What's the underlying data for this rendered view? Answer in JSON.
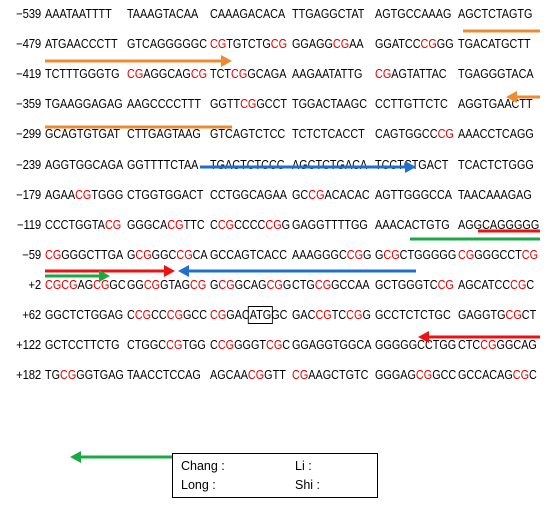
{
  "sequence_lines": [
    {
      "pos": "−539",
      "blocks": [
        "AAATAATTTT",
        "TAAAGTACAA",
        "CAAAGACACA",
        "TTGAGGCTAT",
        "AGTGCCAAAG",
        "AGCTCTAGTG"
      ]
    },
    {
      "pos": "−479",
      "blocks": [
        "ATGAACCCTT",
        "GTCAGGGGGC",
        "CGTGTCTGCG",
        "GGAGGCGAA",
        "GGATCCCGGG",
        "TGACATGCTT"
      ]
    },
    {
      "pos": "−419",
      "blocks": [
        "TCTTTGGGTG",
        "CGAGGCAGCG",
        "TCTCGGCAGA",
        "AAGAATATTG",
        "CGAGTATTAC",
        "TGAGGGTACA"
      ]
    },
    {
      "pos": "−359",
      "blocks": [
        "TGAAGGAGAG",
        "AAGCCCCTTT",
        "GGTTCGGCCT",
        "TGGACTAAGC",
        "CCTTGTTCTC",
        "AGGTGAACTT"
      ]
    },
    {
      "pos": "−299",
      "blocks": [
        "GCAGTGTGAT",
        "CTTGAGTAAG",
        "GTCAGTCTCC",
        "TCTCTCACCT",
        "CAGTGGCCCG",
        "AAACCTCAGG"
      ]
    },
    {
      "pos": "−239",
      "blocks": [
        "AGGTGGCAGA",
        "GGTTTTCTAA",
        "TGACTCTCCC",
        "AGCTCTGACA",
        "TCCTCTGACT",
        "TCACTCTGGG"
      ]
    },
    {
      "pos": "−179",
      "blocks": [
        "AGAACGTGGG",
        "CTGGTGGACT",
        "CCTGGCAGAA",
        "GCCGACACAC",
        "AGTTGGGCCA",
        "TAACAAAGAG"
      ]
    },
    {
      "pos": "−119",
      "blocks": [
        "CCCTGGTACG",
        "GGGCACGTTC",
        "CCGCCCCCGG",
        "GAGGTTTTGG",
        "AAACACTGTG",
        "AGGCAGGGGG"
      ]
    },
    {
      "pos": "−59",
      "blocks": [
        "CGGGGCTTGA",
        "GCGGGCCGCA",
        "GCCAGTCACC",
        "AAAGGGCCGG",
        "GCGCTGGGGG",
        "CGGGGCCTCG"
      ]
    },
    {
      "pos": "+2",
      "blocks": [
        "CGCGAGCGGC",
        "GGCGGTAGCG",
        "GCGGCAGCGG",
        "CTGCGGCCAA",
        "GCTGGGTCCG",
        "AGCATCCCGC"
      ]
    },
    {
      "pos": "+62",
      "blocks": [
        "GGCTCTGGAG",
        "CCGCCCGGCC",
        "CGGACATGGC",
        "GACCGTCCGG",
        "GCCTCTCTGC",
        "GAGGTGCGCT"
      ]
    },
    {
      "pos": "+122",
      "blocks": [
        "GCTCCTTCTG",
        "CTGGCCGTGG",
        "CCGGGGTCGC",
        "GGAGGTGGCA",
        "GGGGGCCTGG",
        "CTCCGGGCAG"
      ]
    },
    {
      "pos": "+182",
      "blocks": [
        "TGCGGGTGAG",
        "TAACCTCCAG",
        "AGCAACGGTT",
        "CGAAGCTGTC",
        "GGGAGCGGCC",
        "GCCACAGCGC"
      ]
    }
  ],
  "legend": {
    "items": [
      {
        "label": "Chang :",
        "color": "#ee1111"
      },
      {
        "label": "Li :",
        "color": "#f08a30"
      },
      {
        "label": "Long :",
        "color": "#1f6fd0"
      },
      {
        "label": "Shi :",
        "color": "#1aaa44"
      }
    ]
  },
  "colors": {
    "cpg": "#e00000",
    "chang": "#ee1111",
    "li": "#f08a30",
    "long": "#1f6fd0",
    "shi": "#1aaa44"
  }
}
